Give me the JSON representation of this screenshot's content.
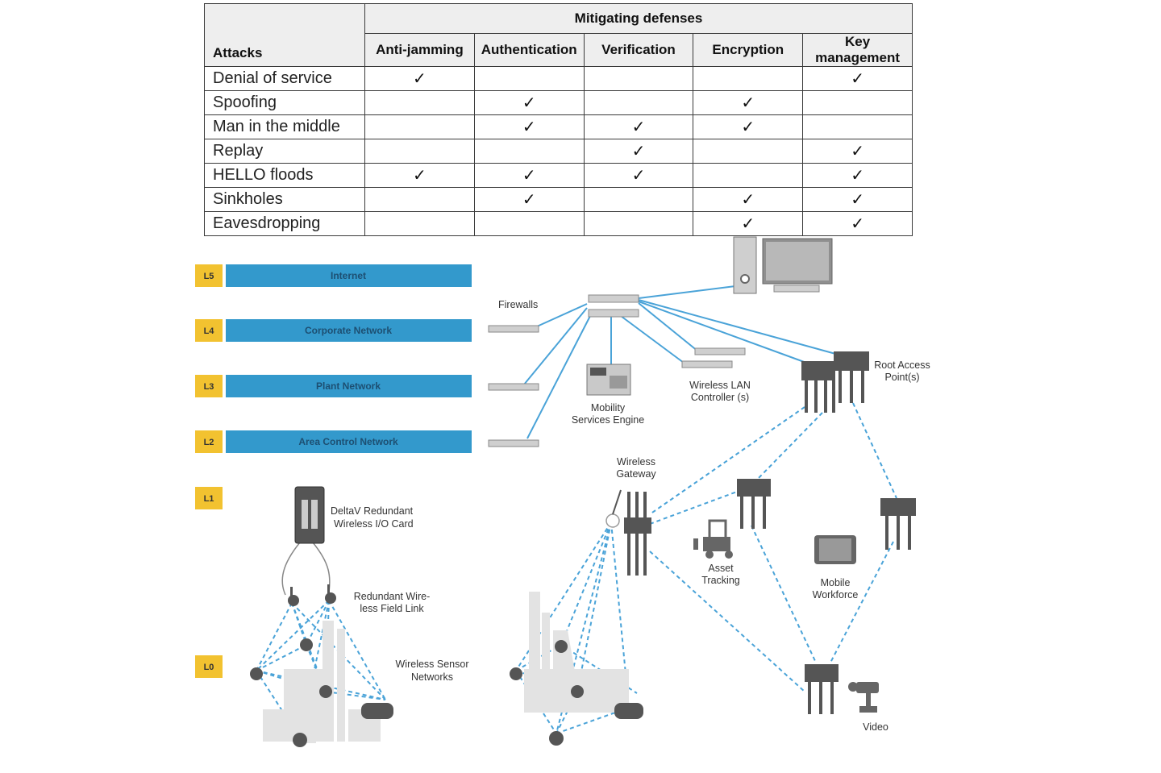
{
  "table": {
    "group_header": "Mitigating defenses",
    "attacks_header": "Attacks",
    "columns": [
      "Anti-jamming",
      "Authentication",
      "Verification",
      "Encryption",
      "Key management"
    ],
    "check_symbol": "✓",
    "rows": [
      {
        "attack": "Denial of service",
        "checks": [
          true,
          false,
          false,
          false,
          true
        ]
      },
      {
        "attack": "Spoofing",
        "checks": [
          false,
          true,
          false,
          true,
          false
        ]
      },
      {
        "attack": "Man in the middle",
        "checks": [
          false,
          true,
          true,
          true,
          false
        ]
      },
      {
        "attack": "Replay",
        "checks": [
          false,
          false,
          true,
          false,
          true
        ]
      },
      {
        "attack": "HELLO floods",
        "checks": [
          true,
          true,
          true,
          false,
          true
        ]
      },
      {
        "attack": "Sinkholes",
        "checks": [
          false,
          true,
          false,
          true,
          true
        ]
      },
      {
        "attack": "Eavesdropping",
        "checks": [
          false,
          false,
          false,
          true,
          true
        ]
      }
    ]
  },
  "diagram": {
    "levels": [
      {
        "code": "L5",
        "network": "Internet"
      },
      {
        "code": "L4",
        "network": "Corporate Network"
      },
      {
        "code": "L3",
        "network": "Plant Network"
      },
      {
        "code": "L2",
        "network": "Area Control Network"
      },
      {
        "code": "L1",
        "network": ""
      },
      {
        "code": "L0",
        "network": ""
      }
    ],
    "labels": {
      "firewalls": "Firewalls",
      "mobility_1": "Mobility",
      "mobility_2": "Services Engine",
      "wlc_1": "Wireless LAN",
      "wlc_2": "Controller (s)",
      "root_ap_1": "Root Access",
      "root_ap_2": "Point(s)",
      "gateway_1": "Wireless",
      "gateway_2": "Gateway",
      "deltav_1": "DeltaV Redundant",
      "deltav_2": "Wireless I/O Card",
      "field_link_1": "Redundant Wire-",
      "field_link_2": "less Field Link",
      "wsn_1": "Wireless Sensor",
      "wsn_2": "Networks",
      "asset_1": "Asset",
      "asset_2": "Tracking",
      "mobile_1": "Mobile",
      "mobile_2": "Workforce",
      "video": "Video"
    },
    "colors": {
      "level_badge": "#f2c230",
      "network_bar": "#3399cc",
      "link_line": "#4aa3d8",
      "device": "#555555"
    }
  }
}
